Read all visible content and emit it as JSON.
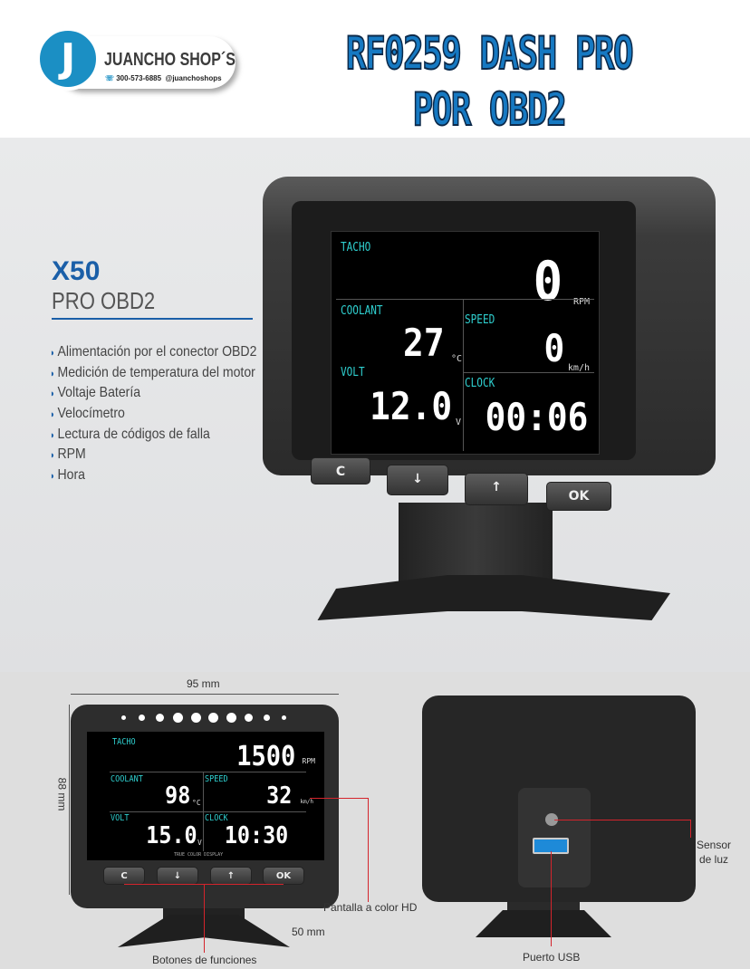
{
  "brand": {
    "initial": "J",
    "name": "JUANCHO SHOP´S",
    "phone": "300-573-6885",
    "social": "@juanchoshops"
  },
  "title": "RF0259 DASH PRO POR OBD2",
  "product": {
    "model": "X50",
    "subtitle": "PRO OBD2",
    "features": [
      "Alimentación por el conector OBD2",
      "Medición de temperatura del motor",
      "Voltaje Batería",
      "Velocímetro",
      "Lectura de códigos de falla",
      "RPM",
      "Hora"
    ]
  },
  "main_display": {
    "tacho_label": "TACHO",
    "tacho_value": "0",
    "tacho_unit": "RPM",
    "coolant_label": "COOLANT",
    "coolant_value": "27",
    "coolant_unit": "°C",
    "speed_label": "SPEED",
    "speed_value": "0",
    "speed_unit": "km/h",
    "volt_label": "VOLT",
    "volt_value": "12.0",
    "volt_unit": "V",
    "clock_label": "CLOCK",
    "clock_value": "00:06"
  },
  "buttons": [
    "C",
    "↓",
    "↑",
    "OK"
  ],
  "front_display": {
    "tacho_label": "TACHO",
    "tacho_value": "1500",
    "tacho_unit": "RPM",
    "coolant_label": "COOLANT",
    "coolant_value": "98",
    "coolant_unit": "°C",
    "speed_label": "SPEED",
    "speed_value": "32",
    "speed_unit": "km/h",
    "volt_label": "VOLT",
    "volt_value": "15.0",
    "volt_unit": "V",
    "clock_label": "CLOCK",
    "clock_value": "10:30",
    "footer": "TRUE COLOR DISPLAY"
  },
  "dimensions": {
    "width": "95 mm",
    "height": "88 mm",
    "depth": "50 mm"
  },
  "callouts": {
    "screen": "Pantalla a color HD",
    "buttons": "Botones de funciones",
    "light_sensor": "Sensor de luz",
    "usb": "Puerto USB"
  }
}
